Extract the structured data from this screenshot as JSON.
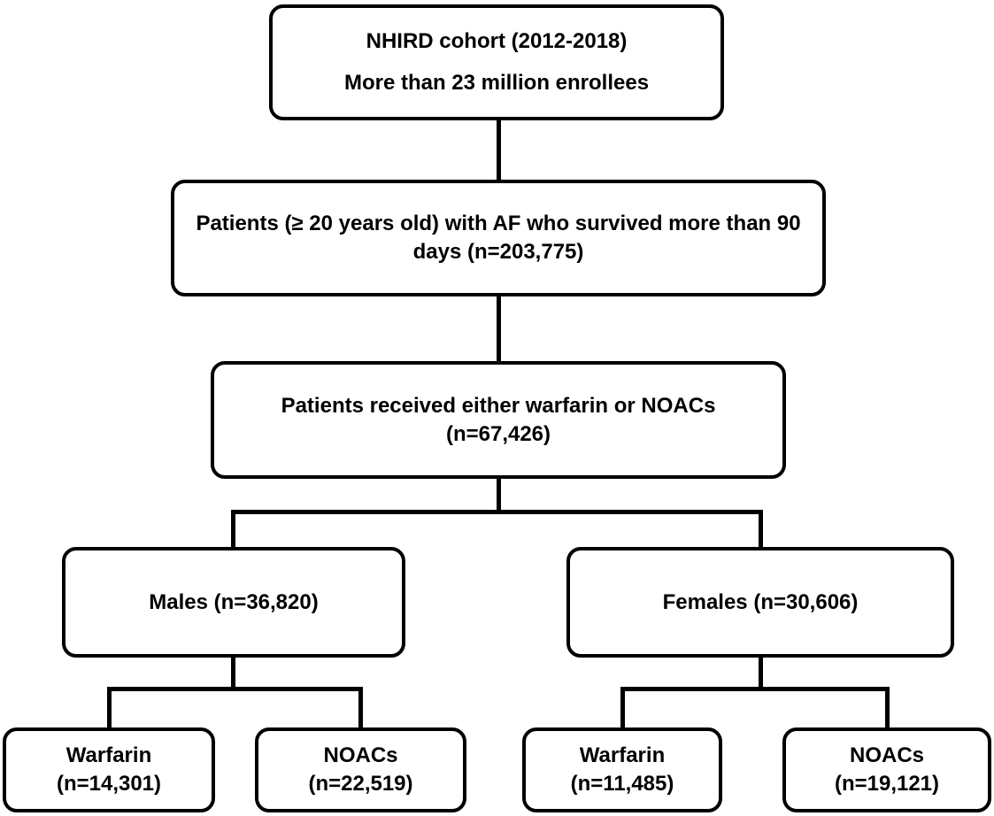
{
  "colors": {
    "background": "#ffffff",
    "line": "#000000",
    "text": "#000000",
    "box_fill": "#ffffff"
  },
  "flowchart": {
    "nodes": {
      "cohort": {
        "lines": [
          "NHIRD cohort (2012-2018)",
          "More than 23 million enrollees"
        ]
      },
      "af_patients": {
        "lines": [
          "Patients (≥ 20 years old) with AF who survived more than 90 days (n=203,775)"
        ]
      },
      "treated": {
        "lines": [
          "Patients received either warfarin or NOACs",
          "(n=67,426)"
        ]
      },
      "males": {
        "lines": [
          "Males (n=36,820)"
        ]
      },
      "females": {
        "lines": [
          "Females (n=30,606)"
        ]
      },
      "males_warfarin": {
        "lines": [
          "Warfarin",
          "(n=14,301)"
        ]
      },
      "males_noacs": {
        "lines": [
          "NOACs",
          "(n=22,519)"
        ]
      },
      "females_warfarin": {
        "lines": [
          "Warfarin",
          "(n=11,485)"
        ]
      },
      "females_noacs": {
        "lines": [
          "NOACs",
          "(n=19,121)"
        ]
      }
    },
    "edges": [
      {
        "from": "cohort",
        "to": "af_patients"
      },
      {
        "from": "af_patients",
        "to": "treated"
      },
      {
        "from": "treated",
        "to": "males"
      },
      {
        "from": "treated",
        "to": "females"
      },
      {
        "from": "males",
        "to": "males_warfarin"
      },
      {
        "from": "males",
        "to": "males_noacs"
      },
      {
        "from": "females",
        "to": "females_warfarin"
      },
      {
        "from": "females",
        "to": "females_noacs"
      }
    ]
  }
}
